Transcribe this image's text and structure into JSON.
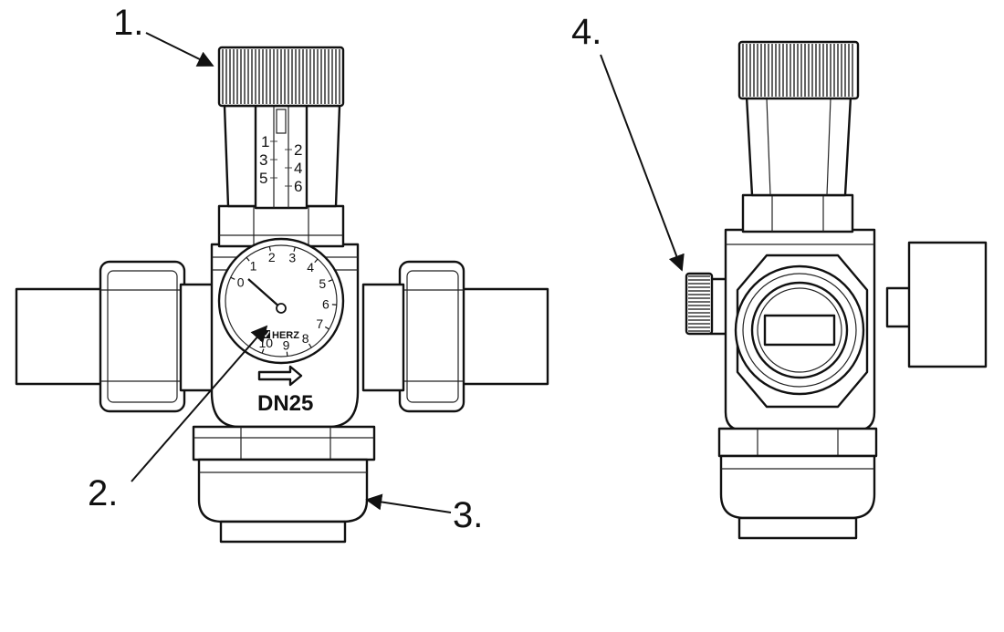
{
  "callouts": [
    "1.",
    "2.",
    "3.",
    "4."
  ],
  "scale_left": [
    "1",
    "3",
    "5"
  ],
  "scale_right": [
    "2",
    "4",
    "6"
  ],
  "dial_numbers": [
    "0",
    "1",
    "2",
    "3",
    "4",
    "5",
    "6",
    "7",
    "8",
    "9",
    "10"
  ],
  "brand": "HERZ",
  "size_label": "DN25",
  "colors": {
    "line": "#111111",
    "background": "#ffffff"
  }
}
